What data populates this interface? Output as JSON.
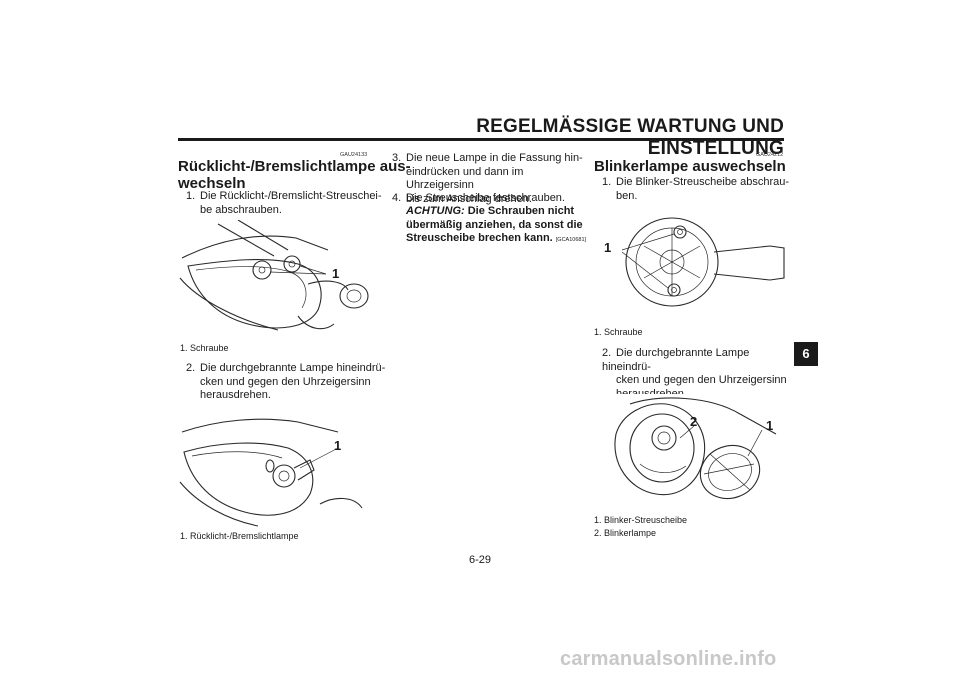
{
  "header": {
    "title": "REGELMÄSSIGE WARTUNG UND EINSTELLUNG"
  },
  "chapter_tab": "6",
  "page_number": "6-29",
  "watermark": "carmanualsonline.info",
  "col1": {
    "code": "GAU24133",
    "title_line1": "Rücklicht-/Bremslichtlampe aus-",
    "title_line2": "wechseln",
    "step1": {
      "num": "1.",
      "line1": "Die Rücklicht-/Bremslicht-Streuschei-",
      "line2": "be abschrauben."
    },
    "fig1_callout": "1",
    "fig1_caption": "1.  Schraube",
    "step2": {
      "num": "2.",
      "line1": "Die durchgebrannte Lampe hineindrü-",
      "line2": "cken und gegen den Uhrzeigersinn",
      "line3": "herausdrehen."
    },
    "fig2_callout": "1",
    "fig2_caption": "1.  Rücklicht-/Bremslichtlampe"
  },
  "col2": {
    "step3": {
      "num": "3.",
      "line1": "Die neue Lampe in die Fassung hin-",
      "line2": "eindrücken und dann im Uhrzeigersinn",
      "line3": "bis zum Anschlag drehen."
    },
    "step4": {
      "num": "4.",
      "line1": "Die Streuscheibe festschrauben."
    },
    "warning": {
      "label": "ACHTUNG:",
      "line1": " Die Schrauben nicht",
      "line2": "übermäßig anziehen, da sonst die",
      "line3": "Streuscheibe brechen kann.",
      "code": "[GCA10681]"
    }
  },
  "col3": {
    "code": "GAU24212",
    "title": "Blinkerlampe auswechseln",
    "step1": {
      "num": "1.",
      "line1": "Die Blinker-Streuscheibe abschrau-",
      "line2": "ben."
    },
    "fig1_callout": "1",
    "fig1_caption": "1.  Schraube",
    "step2": {
      "num": "2.",
      "line1": "Die durchgebrannte Lampe hineindrü-",
      "line2": "cken und gegen den Uhrzeigersinn",
      "line3": "herausdrehen."
    },
    "fig2_callout1": "1",
    "fig2_callout2": "2",
    "fig2_caption1": "1.  Blinker-Streuscheibe",
    "fig2_caption2": "2.  Blinkerlampe"
  }
}
